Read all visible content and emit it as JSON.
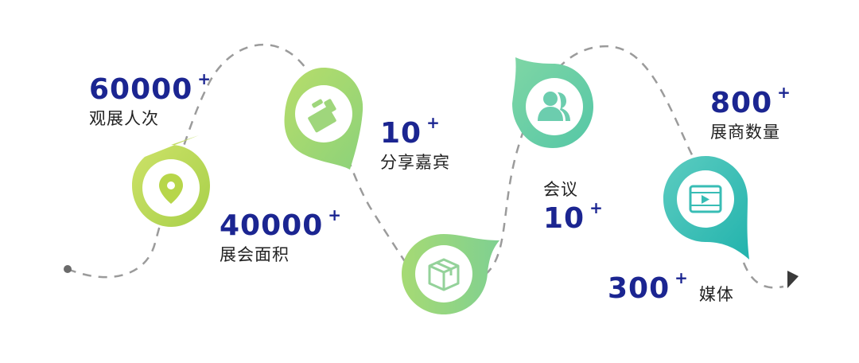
{
  "colors": {
    "number": "#1b2591",
    "label": "#222222",
    "path": "#9b9b9b",
    "pin_lime": "#b7d64a",
    "pin_lightgreen": "#8fd17d",
    "pin_green": "#6fcf8a",
    "pin_teal": "#5fc2b5",
    "pin_cyan": "#2bb8b3"
  },
  "stats": {
    "visitors": {
      "number": "60000",
      "plus": "+",
      "label": "观展人次"
    },
    "area": {
      "number": "40000",
      "plus": "+",
      "label": "展会面积"
    },
    "speakers": {
      "number": "10",
      "plus": "+",
      "label": "分享嘉宾"
    },
    "meetings": {
      "number": "10",
      "plus": "+",
      "label": "会议"
    },
    "exhibitors": {
      "number": "800",
      "plus": "+",
      "label": "展商数量"
    },
    "media": {
      "number": "300",
      "plus": "+",
      "label": "媒体"
    }
  },
  "icons": {
    "pin1": "location-icon",
    "pin2": "handshake-icon",
    "pin3": "box-icon",
    "pin4": "people-icon",
    "pin5": "video-icon"
  }
}
